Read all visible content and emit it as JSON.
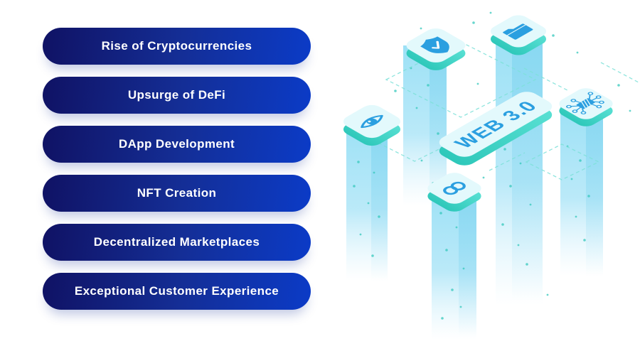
{
  "list": {
    "items": [
      {
        "label": "Rise of Cryptocurrencies"
      },
      {
        "label": "Upsurge of DeFi"
      },
      {
        "label": "DApp Development"
      },
      {
        "label": "NFT Creation"
      },
      {
        "label": "Decentralized Marketplaces"
      },
      {
        "label": "Exceptional Customer Experience"
      }
    ]
  },
  "illustration": {
    "title": "WEB 3.0",
    "tiles": [
      {
        "name": "shield-tile",
        "icon": "shield-check-icon"
      },
      {
        "name": "folder-tile",
        "icon": "folder-icon"
      },
      {
        "name": "eye-tile",
        "icon": "eye-icon"
      },
      {
        "name": "chip-tile",
        "icon": "chip-network-icon"
      },
      {
        "name": "infinity-tile",
        "icon": "infinity-icon"
      },
      {
        "name": "web3-tile",
        "label": "WEB 3.0"
      }
    ],
    "colors": {
      "tile_top": "#e3f9fc",
      "tile_side": "#43d6c7",
      "icon_blue": "#2b9fe0",
      "pillar_blue": "#96dff5",
      "dash_teal": "#7ce0d8",
      "dot_teal": "#35c8bc",
      "web3_text": "#2b9fe0"
    }
  },
  "colors": {
    "background": "#ffffff",
    "pill_gradient_start": "#101264",
    "pill_gradient_mid": "#142e96",
    "pill_gradient_end": "#0b3bc7",
    "pill_text": "#ffffff"
  }
}
